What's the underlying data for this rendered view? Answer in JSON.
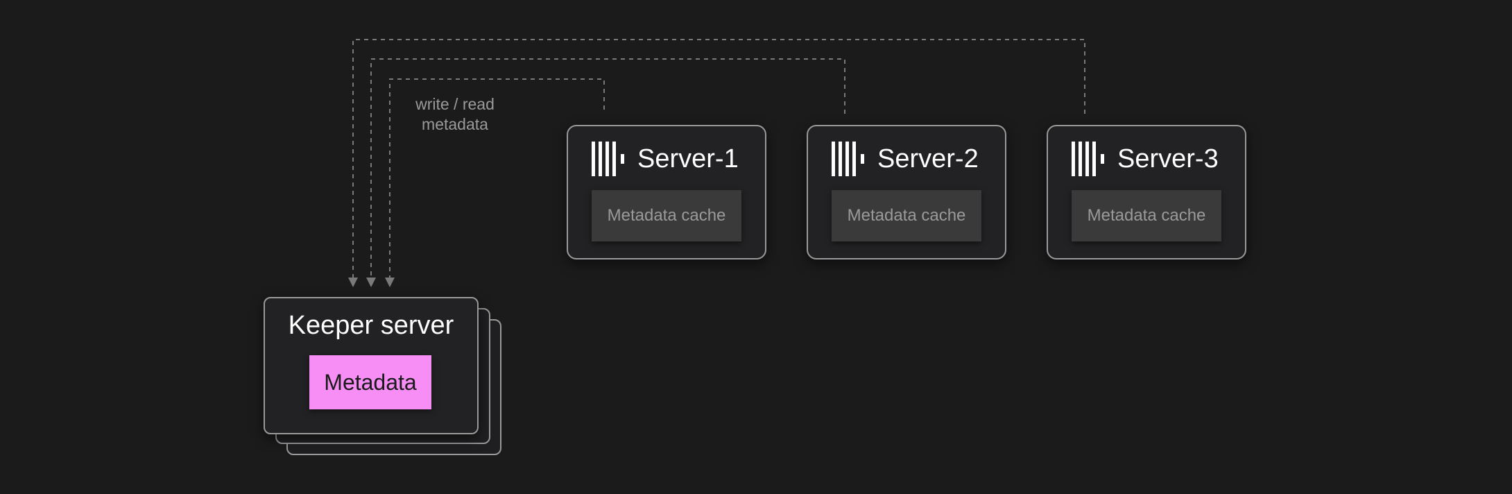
{
  "annotation": {
    "line1": "write / read",
    "line2": "metadata"
  },
  "servers": [
    {
      "name": "Server-1",
      "cache_label": "Metadata cache"
    },
    {
      "name": "Server-2",
      "cache_label": "Metadata cache"
    },
    {
      "name": "Server-3",
      "cache_label": "Metadata cache"
    }
  ],
  "keeper": {
    "title": "Keeper server",
    "metadata_label": "Metadata"
  },
  "colors": {
    "background": "#1b1b1b",
    "box_border": "#9a9a9a",
    "cache_fill": "#3a3a3a",
    "metadata_fill": "#f68ef5",
    "connector": "#7a7a7a"
  },
  "icons": {
    "server_logo": "clickhouse-bars-icon"
  }
}
